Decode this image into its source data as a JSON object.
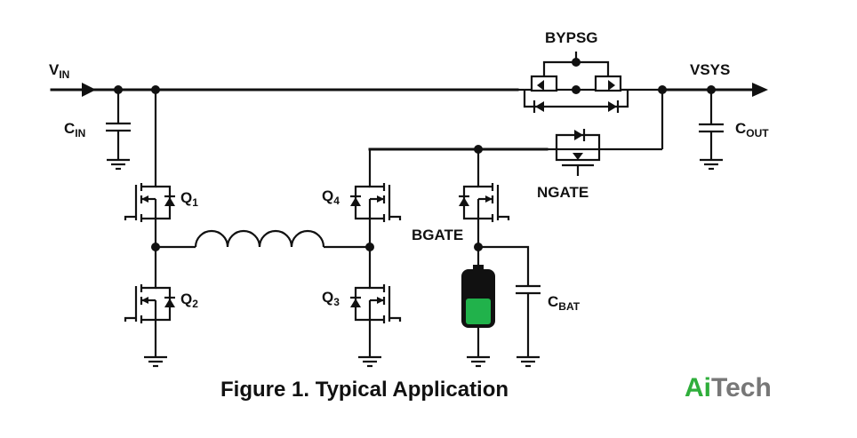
{
  "labels": {
    "vin_main": "V",
    "vin_sub": "IN",
    "cin_main": "C",
    "cin_sub": "IN",
    "q1_main": "Q",
    "q1_sub": "1",
    "q2_main": "Q",
    "q2_sub": "2",
    "q3_main": "Q",
    "q3_sub": "3",
    "q4_main": "Q",
    "q4_sub": "4",
    "bypsg": "BYPSG",
    "vsys": "VSYS",
    "cout_main": "C",
    "cout_sub": "OUT",
    "ngate": "NGATE",
    "bgate": "BGATE",
    "cbat_main": "C",
    "cbat_sub": "BAT"
  },
  "caption": "Figure 1. Typical Application",
  "logo": {
    "part1": "Ai",
    "part2": "Tech",
    "color_primary": "#2fae3b",
    "color_secondary": "#777777"
  },
  "colors": {
    "battery_green": "#21b24b",
    "wire": "#111111"
  }
}
